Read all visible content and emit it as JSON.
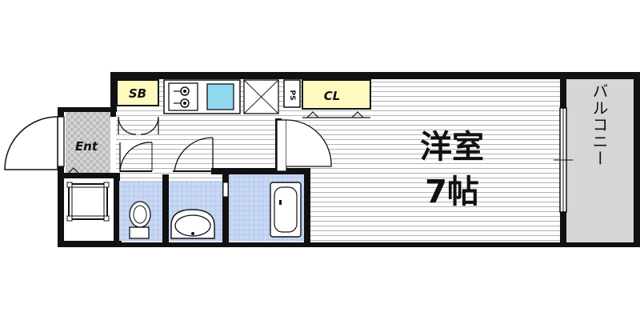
{
  "labels": {
    "entrance": "Ent",
    "shoe_box": "SB",
    "closet": "CL",
    "pipe_space": "PS",
    "room_type": "洋室",
    "room_size": "7帖",
    "balcony": "バルコニー"
  },
  "colors": {
    "wall": "#111111",
    "yellow_storage": "#fff9c0",
    "bath_tile": "#c8d8f4",
    "balcony_fill": "#d6d6d6",
    "room_lines": "#9a9a9a",
    "fixture_blue": "#8fd8f0",
    "entrance_tile": "#c9c9c9"
  }
}
